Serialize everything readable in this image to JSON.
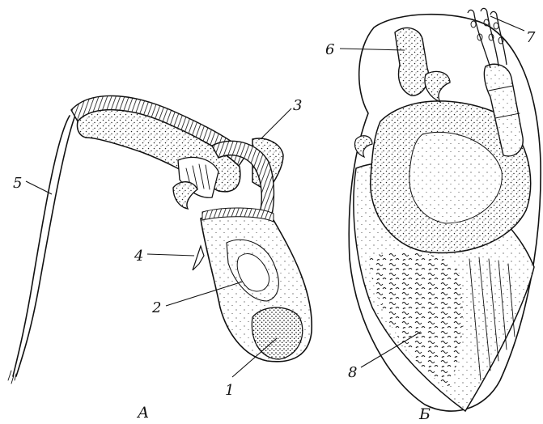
{
  "callouts": {
    "c1": "1",
    "c2": "2",
    "c3": "3",
    "c4": "4",
    "c5": "5",
    "c6": "6",
    "c7": "7",
    "c8": "8"
  },
  "panels": {
    "left": "А",
    "right": "Б"
  }
}
